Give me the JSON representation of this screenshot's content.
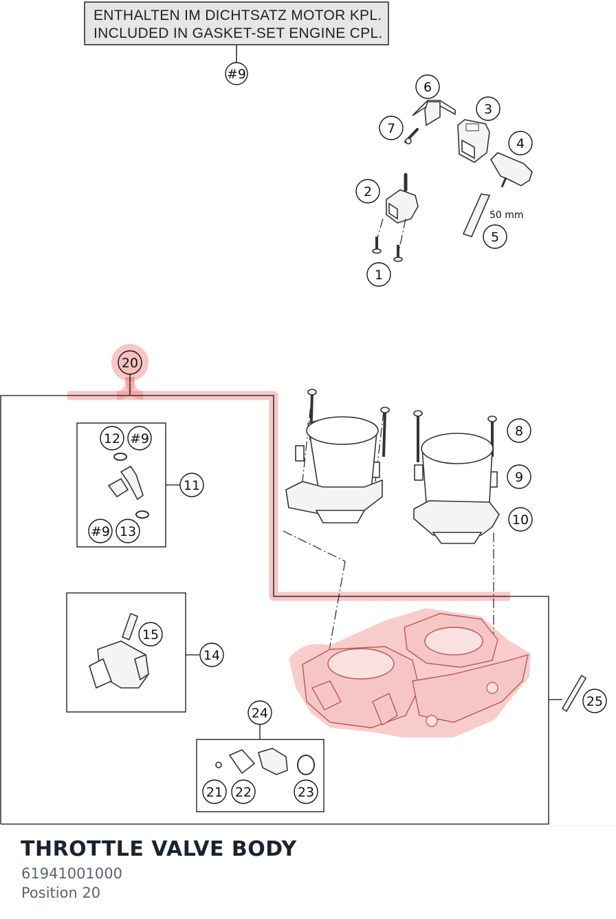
{
  "note": {
    "line1": "ENTHALTEN IM DICHTSATZ MOTOR KPL.",
    "line2": "INCLUDED IN GASKET-SET ENGINE CPL.",
    "ref": "#9"
  },
  "dimension_label": "50 mm",
  "callouts": {
    "c1": "1",
    "c2": "2",
    "c3": "3",
    "c4": "4",
    "c5": "5",
    "c6": "6",
    "c7": "7",
    "c8": "8",
    "c9": "9",
    "c10": "10",
    "c11": "11",
    "c12": "12",
    "c12ref": "#9",
    "c13": "13",
    "c13ref": "#9",
    "c14": "14",
    "c15": "15",
    "c20": "20",
    "c21": "21",
    "c22": "22",
    "c23": "23",
    "c24": "24",
    "c25": "25"
  },
  "colors": {
    "highlight": "#f08080",
    "line": "#111111",
    "title": "#1b2230",
    "subtitle": "#5a6270"
  },
  "footer": {
    "title": "THROTTLE VALVE BODY",
    "part_number": "61941001000",
    "position": "Position 20"
  }
}
